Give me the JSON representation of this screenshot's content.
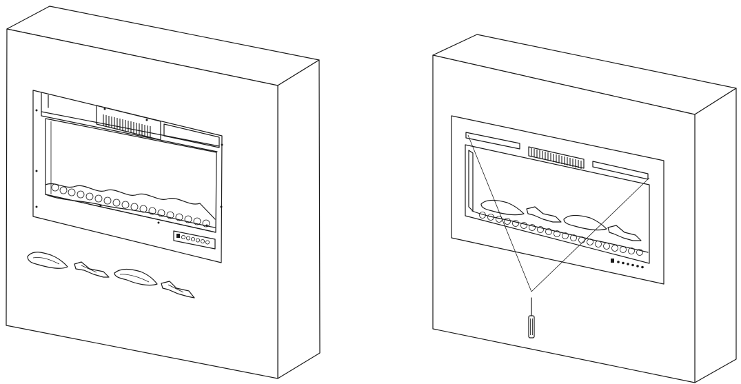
{
  "figure": {
    "panels": [
      {
        "name": "left-step",
        "contents": [
          "wall-box",
          "fireplace-insert-without-trim",
          "loose-log-pieces"
        ],
        "log_piece_count": 4,
        "control_button_count": 7
      },
      {
        "name": "right-step",
        "contents": [
          "wall-box",
          "fireplace-insert-with-trim",
          "logs-placed",
          "screwdriver"
        ],
        "screw_pointer_lines": 2,
        "control_button_count": 7
      }
    ],
    "colors": {
      "line": "#1a1a1a",
      "fill": "#ffffff"
    }
  }
}
